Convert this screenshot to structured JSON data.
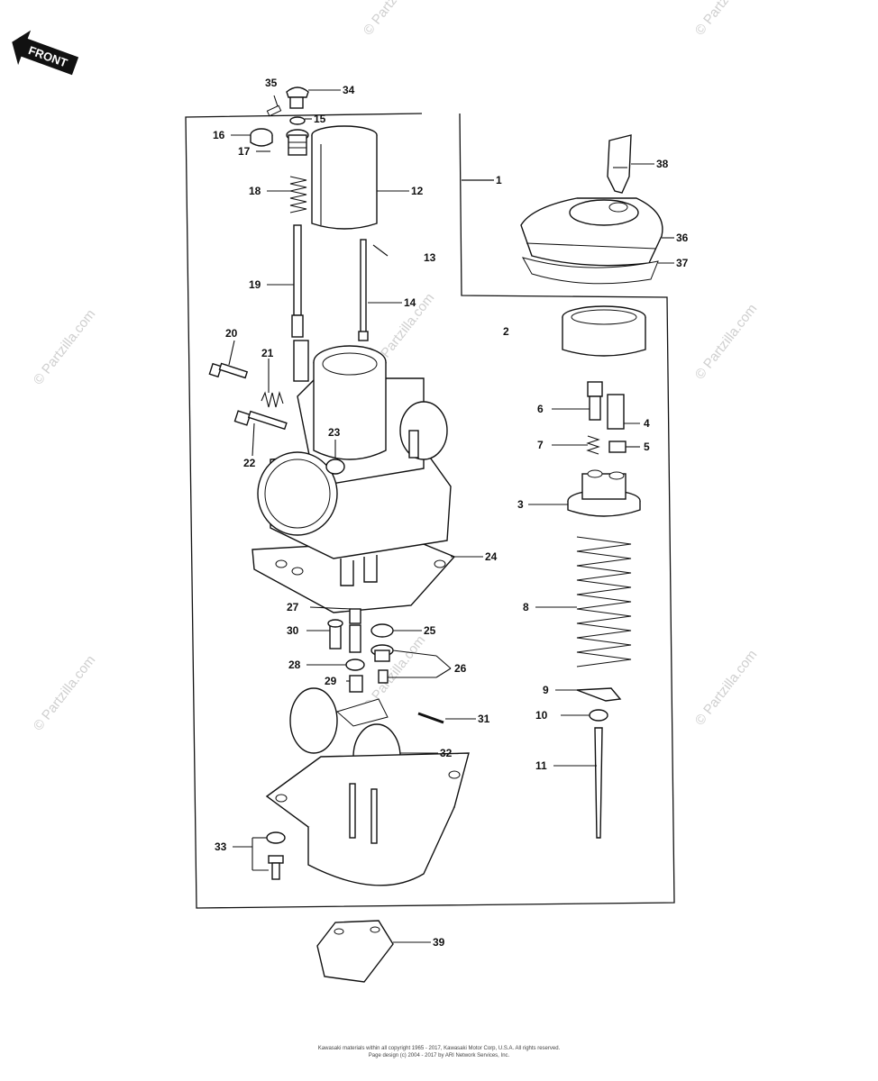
{
  "front_arrow": {
    "label": "FRONT"
  },
  "watermark": "© Partzilla.com",
  "callouts": [
    "1",
    "2",
    "3",
    "4",
    "5",
    "6",
    "7",
    "8",
    "9",
    "10",
    "11",
    "12",
    "13",
    "14",
    "15",
    "16",
    "17",
    "18",
    "19",
    "20",
    "21",
    "22",
    "23",
    "24",
    "25",
    "26",
    "27",
    "28",
    "29",
    "30",
    "31",
    "32",
    "33",
    "34",
    "35",
    "36",
    "37",
    "38",
    "39"
  ],
  "footer": {
    "line1": "Kawasaki materials within all copyright 1965 - 2017, Kawasaki Motor Corp, U.S.A.  All rights reserved.",
    "line2": "Page design (c) 2004 - 2017 by ARI Network Services, Inc."
  }
}
